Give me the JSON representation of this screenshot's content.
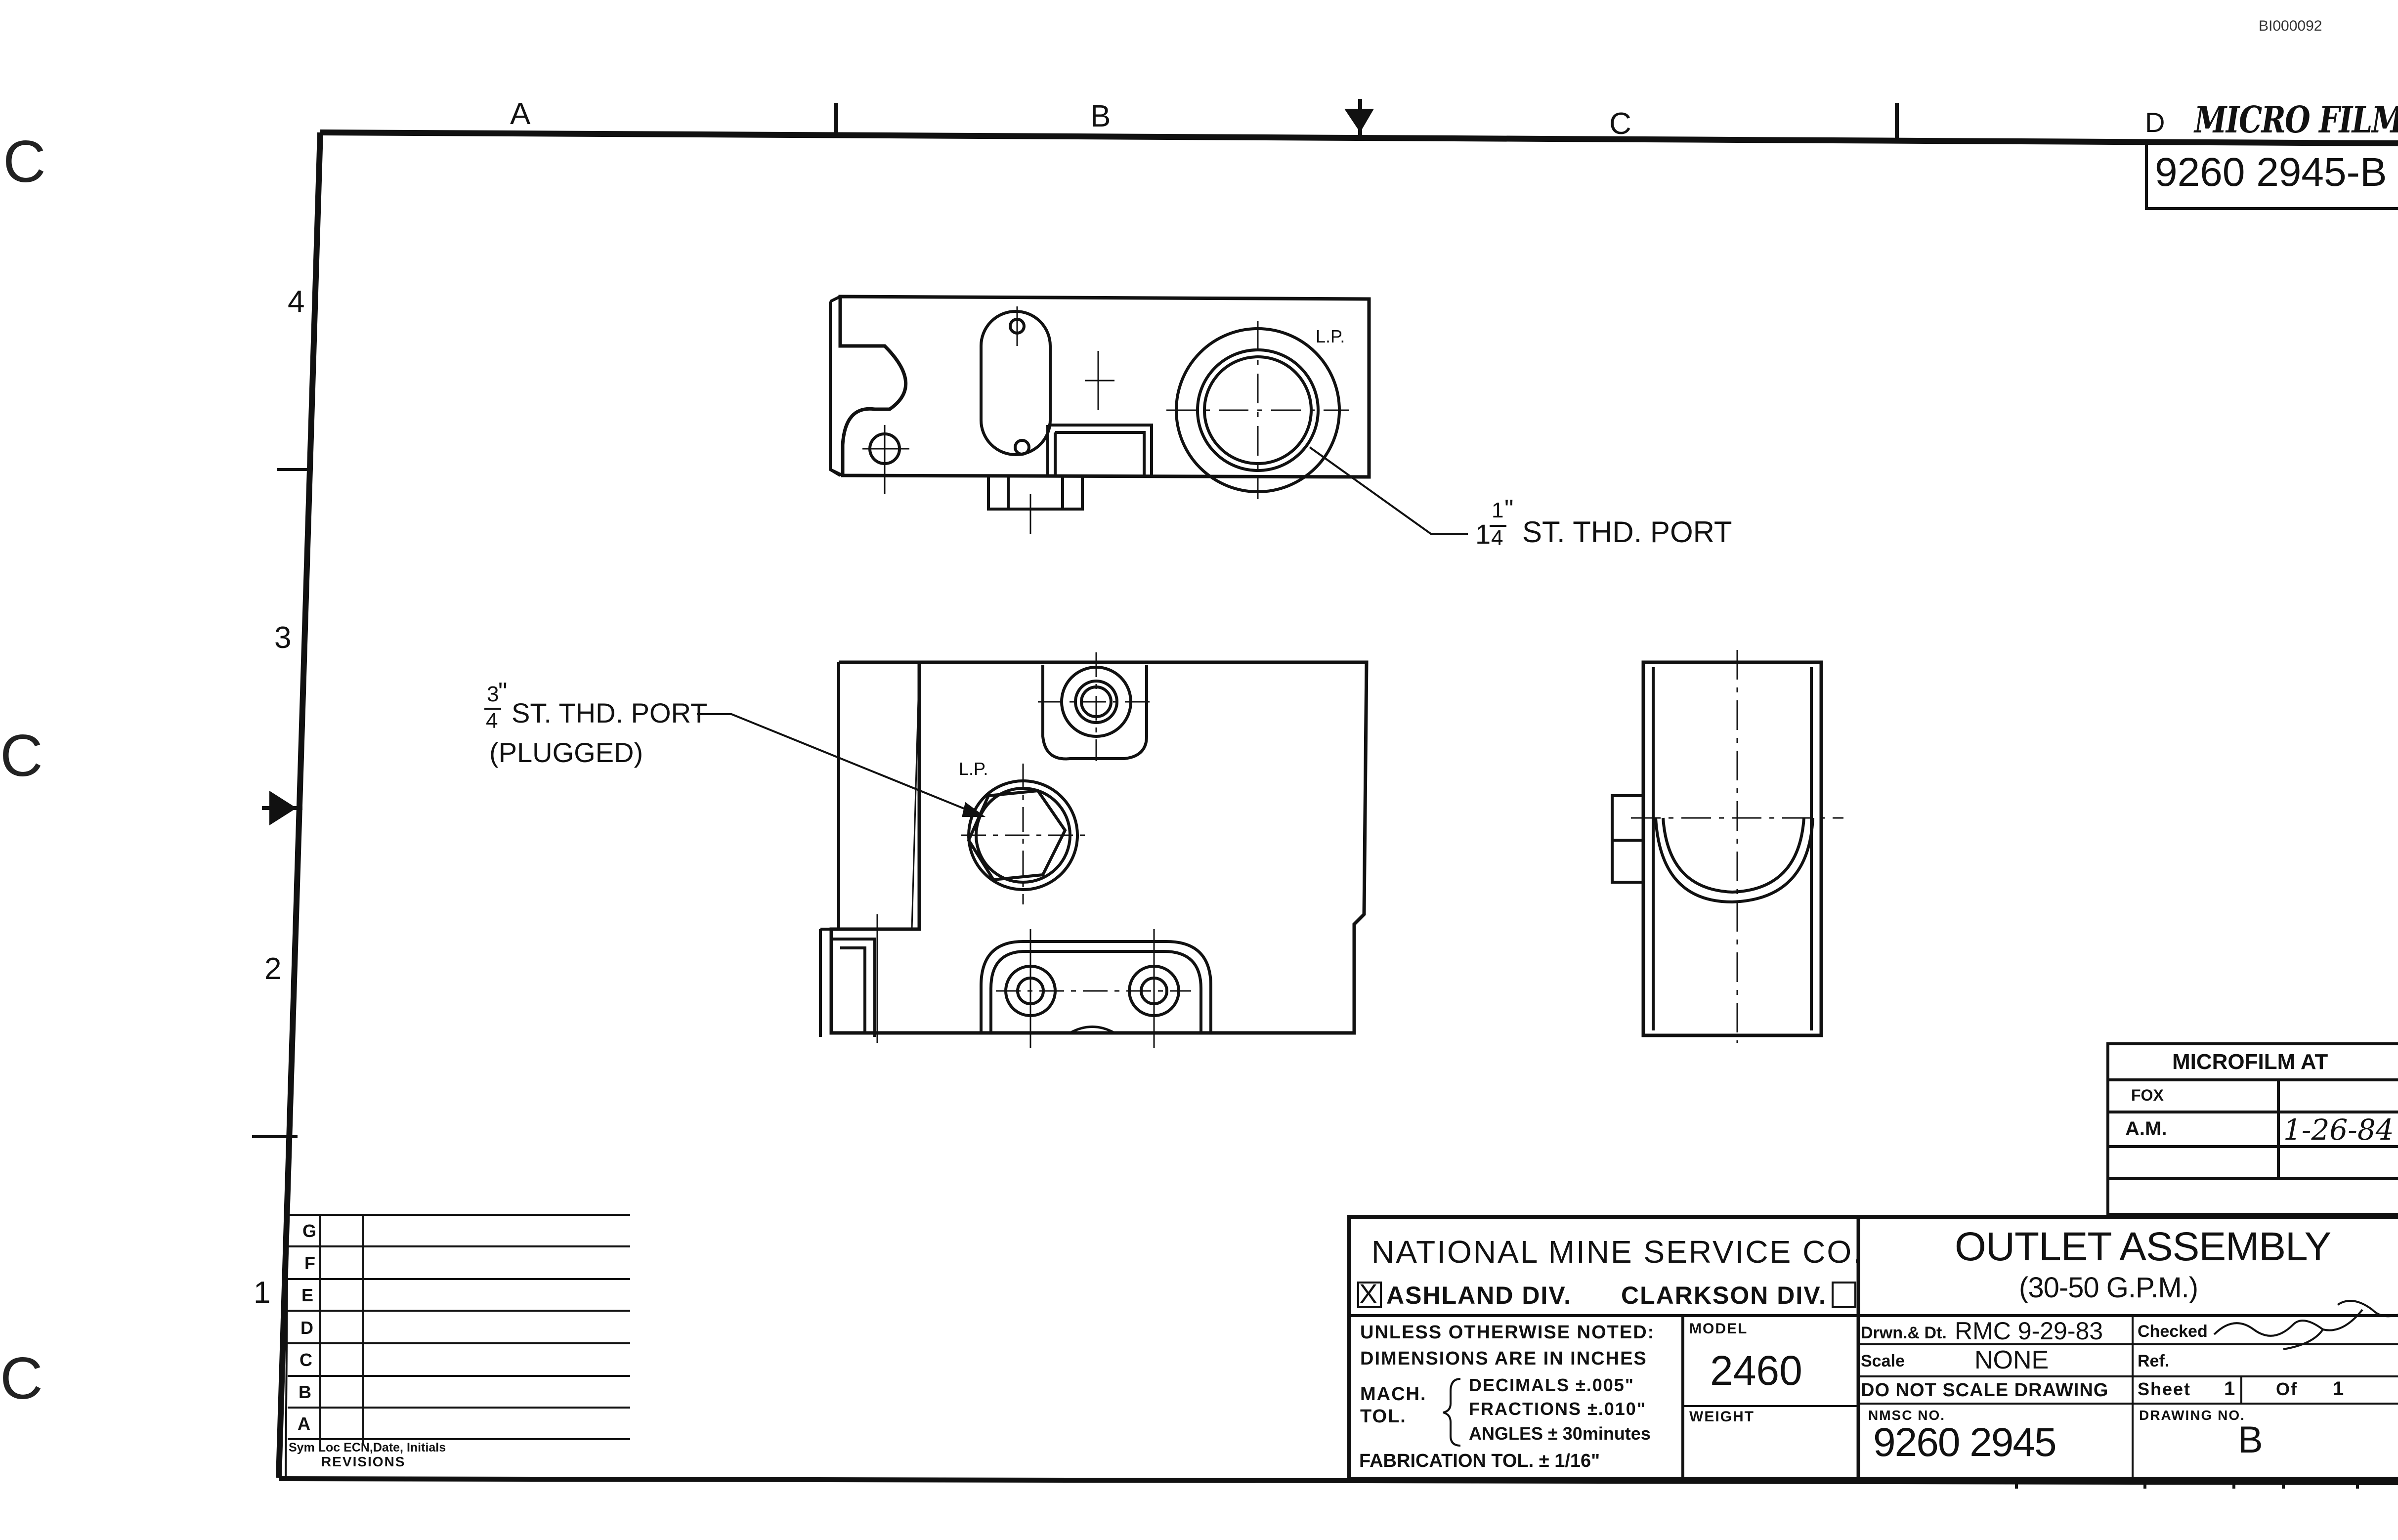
{
  "header": {
    "doc_id": "BI000092",
    "stamp": "MICRO FILMED",
    "corner_number": "9260 2945-B"
  },
  "zones": {
    "columns": [
      "A",
      "B",
      "C",
      "D"
    ],
    "rows": [
      "4",
      "3",
      "2",
      "1"
    ]
  },
  "callouts": {
    "large_port_label": "ST. THD. PORT",
    "large_port_whole": "1",
    "large_port_num": "1",
    "large_port_den": "4",
    "large_port_in": "\"",
    "lp_top": "L.P.",
    "small_port_num": "3",
    "small_port_den": "4",
    "small_port_in": "\"",
    "small_port_label": "ST. THD. PORT",
    "small_port_note": "(PLUGGED)",
    "lp_front": "L.P."
  },
  "microfilm": {
    "title": "MICROFILM AT",
    "rows": [
      {
        "label": "FOX",
        "value": ""
      },
      {
        "label": "A.M.",
        "value": "1-26-84"
      },
      {
        "label": "",
        "value": ""
      }
    ]
  },
  "revisions": {
    "rows": [
      "G",
      "F",
      "E",
      "D",
      "C",
      "B",
      "A"
    ],
    "header": "Sym Loc ECN,Date, Initials",
    "title": "REVISIONS"
  },
  "title_block": {
    "company": "NATIONAL MINE SERVICE CO.",
    "division_1": "ASHLAND DIV.",
    "division_1_checked": "X",
    "division_2": "CLARKSON DIV.",
    "title": "OUTLET ASSEMBLY",
    "subtitle": "(30-50 G.P.M.)",
    "notes_1": "UNLESS OTHERWISE NOTED:",
    "notes_2": "DIMENSIONS ARE IN INCHES",
    "mach": "MACH.",
    "tol": "TOL.",
    "decimals": "DECIMALS ±.005\"",
    "fractions": "FRACTIONS ±.010\"",
    "angles": "ANGLES ± 30minutes",
    "fabrication": "FABRICATION TOL. ± 1/16\"",
    "model_label": "MODEL",
    "model": "2460",
    "weight_label": "WEIGHT",
    "drawn_label": "Drwn.& Dt.",
    "drawn": "RMC 9-29-83",
    "checked_label": "Checked",
    "scale_label": "Scale",
    "scale": "NONE",
    "ref_label": "Ref.",
    "no_scale": "DO NOT SCALE DRAWING",
    "sheet_label": "Sheet",
    "sheet": "1",
    "of_label": "Of",
    "of": "1",
    "nmsc_label": "NMSC NO.",
    "nmsc": "9260 2945",
    "drawing_no_label": "DRAWING NO.",
    "drawing_no": "B"
  }
}
